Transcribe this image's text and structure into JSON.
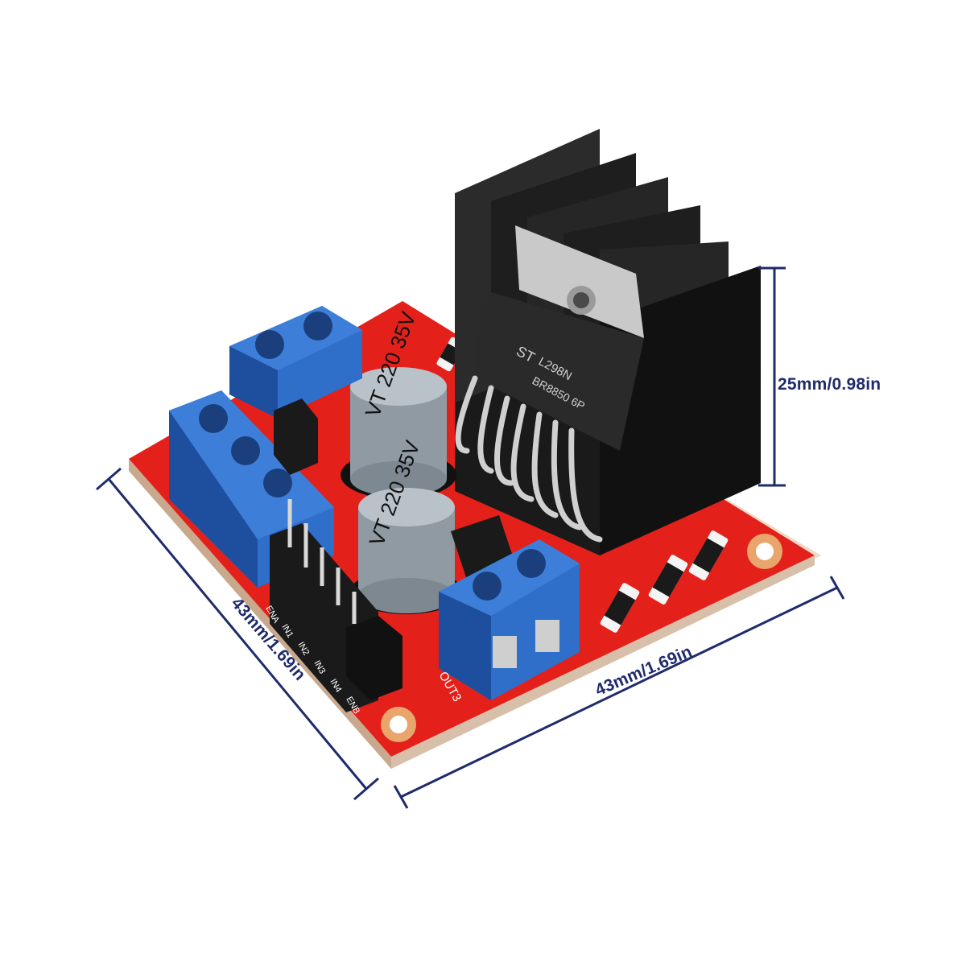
{
  "image": {
    "subject": "l298n-motor-driver-module",
    "colors": {
      "pcb": "#e3201a",
      "pcb_dark": "#b5140f",
      "pcb_edge": "#f1d9c7",
      "terminal_block": "#2f6ec9",
      "terminal_block_dark": "#1e4f9e",
      "heatsink": "#151515",
      "capacitor": "#8f9aa3",
      "pin_header": "#1a1a1a",
      "pin": "#d9d9d9",
      "dimension_line": "#1f2b6b"
    }
  },
  "dimensions": {
    "height_label": "25mm/0.98in",
    "width_label": "43mm/1.69in",
    "depth_label": "43mm/1.69in"
  },
  "board_markings": {
    "chip_brand": "ST",
    "chip_text_1": "L298N",
    "chip_text_2": "BR8850 6P",
    "capacitor_1": "VT 220 35V",
    "capacitor_2": "VT 220 35V",
    "output_label": "OUT3",
    "header_pins": [
      "ENA",
      "IN1",
      "IN2",
      "IN3",
      "IN4",
      "ENB"
    ]
  }
}
